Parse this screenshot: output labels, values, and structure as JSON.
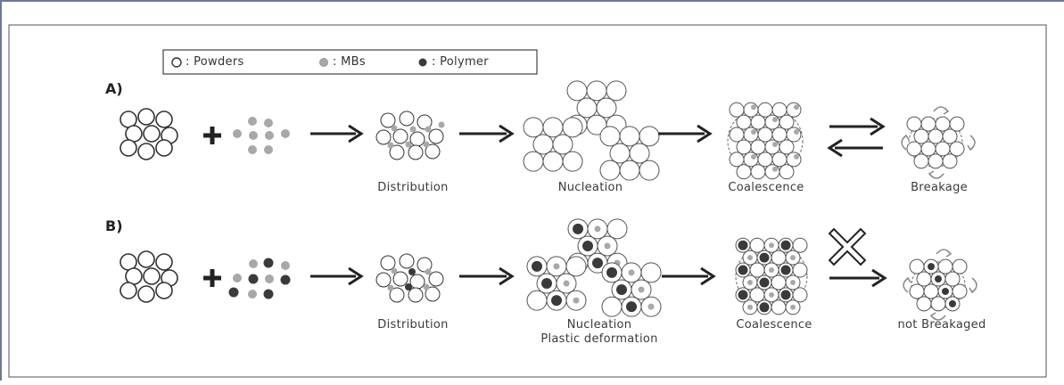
{
  "legend": {
    "powders": "Powders",
    "mbs": "MBs",
    "polymer": "Polymer",
    "separator": ":"
  },
  "panel_a": {
    "label": "A)",
    "steps": [
      "Distribution",
      "Nucleation",
      "Coalescence",
      "Breakage"
    ]
  },
  "panel_b": {
    "label": "B)",
    "steps": [
      "Distribution",
      "Nucleation",
      "Coalescence",
      "not Breakaged"
    ],
    "extra_label": "Plastic deformation"
  },
  "colors": {
    "frame": "#6a7a96",
    "powder_stroke": "#333333",
    "mb_fill": "#a8a8a8",
    "polymer_fill": "#3a3a3a",
    "arrow": "#222222"
  },
  "icons": [
    "plus-icon",
    "arrow-right-icon",
    "arrow-left-icon",
    "cross-icon",
    "curved-arrow-icon"
  ]
}
